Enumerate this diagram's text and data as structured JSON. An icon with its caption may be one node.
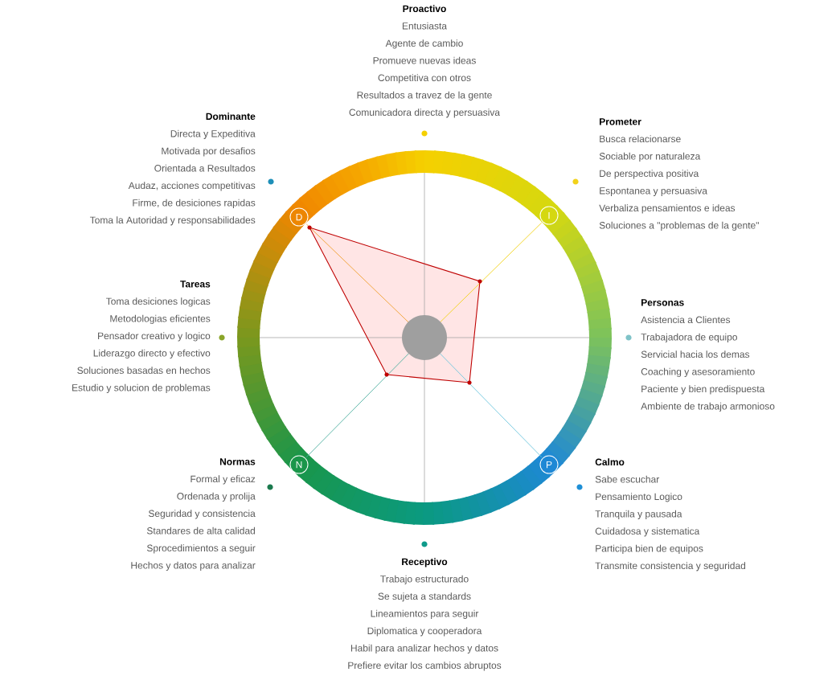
{
  "diagram": {
    "nodes": [
      {
        "text": [
          "Proactivo",
          "Entusiasta",
          "Agente de cambio",
          "Promueve nuevas ideas",
          "Competitiva con otros",
          "Resultados a travez de la gente",
          "Comunicadora directa y persuasiva"
        ]
      },
      {
        "text": [
          "Dominante",
          "Directa y Expeditiva",
          "Motivada por desafios",
          "Orientada a Resultados",
          "Audaz, acciones competitivas",
          "Firme, de desiciones rapidas",
          "Toma la Autoridad y responsabilidades"
        ]
      },
      {
        "text": [
          "Prometer",
          "Busca relacionarse",
          "Sociable por naturaleza",
          "De perspectiva positiva",
          "Espontanea y persuasiva",
          "Verbaliza pensamientos e ideas",
          "Soluciones a \"problemas de la gente\""
        ]
      },
      {
        "text": [
          "Tareas",
          "Toma desiciones logicas",
          "Metodologias eficientes",
          "Pensador creativo y logico",
          "Liderazgo directo y efectivo",
          "Soluciones basadas en hechos",
          "Estudio y solucion de problemas"
        ]
      },
      {
        "text": [
          "Personas",
          "Asistencia a Clientes",
          "Trabajadora de equipo",
          "Servicial hacia los demas",
          "Coaching y asesoramiento",
          "Paciente y bien predispuesta",
          "Ambiente de trabajo armonioso"
        ]
      },
      {
        "text": [
          "Normas",
          "Formal y eficaz",
          "Ordenada y prolija",
          "Seguridad y consistencia",
          "Standares de alta calidad",
          "Sprocedimientos a seguir",
          "Hechos y datos para analizar"
        ]
      },
      {
        "text": [
          "Calmo",
          "Sabe escuchar",
          "Pensamiento Logico",
          "Tranquila y pausada",
          "Cuidadosa y sistematica",
          "Participa bien de equipos",
          "Transmite consistencia y seguridad"
        ]
      },
      {
        "text": [
          "Receptivo",
          "Trabajo estructurado",
          "Se sujeta a standards",
          "Lineamientos para seguir",
          "Diplomatica y cooperadora",
          "Habil para analizar hechos y datos",
          "Prefiere evitar los cambios abruptos"
        ]
      },
      {
        "text": [
          "D"
        ]
      },
      {
        "text": [
          "I"
        ]
      },
      {
        "text": [
          "P"
        ]
      },
      {
        "text": [
          "N"
        ]
      }
    ]
  }
}
